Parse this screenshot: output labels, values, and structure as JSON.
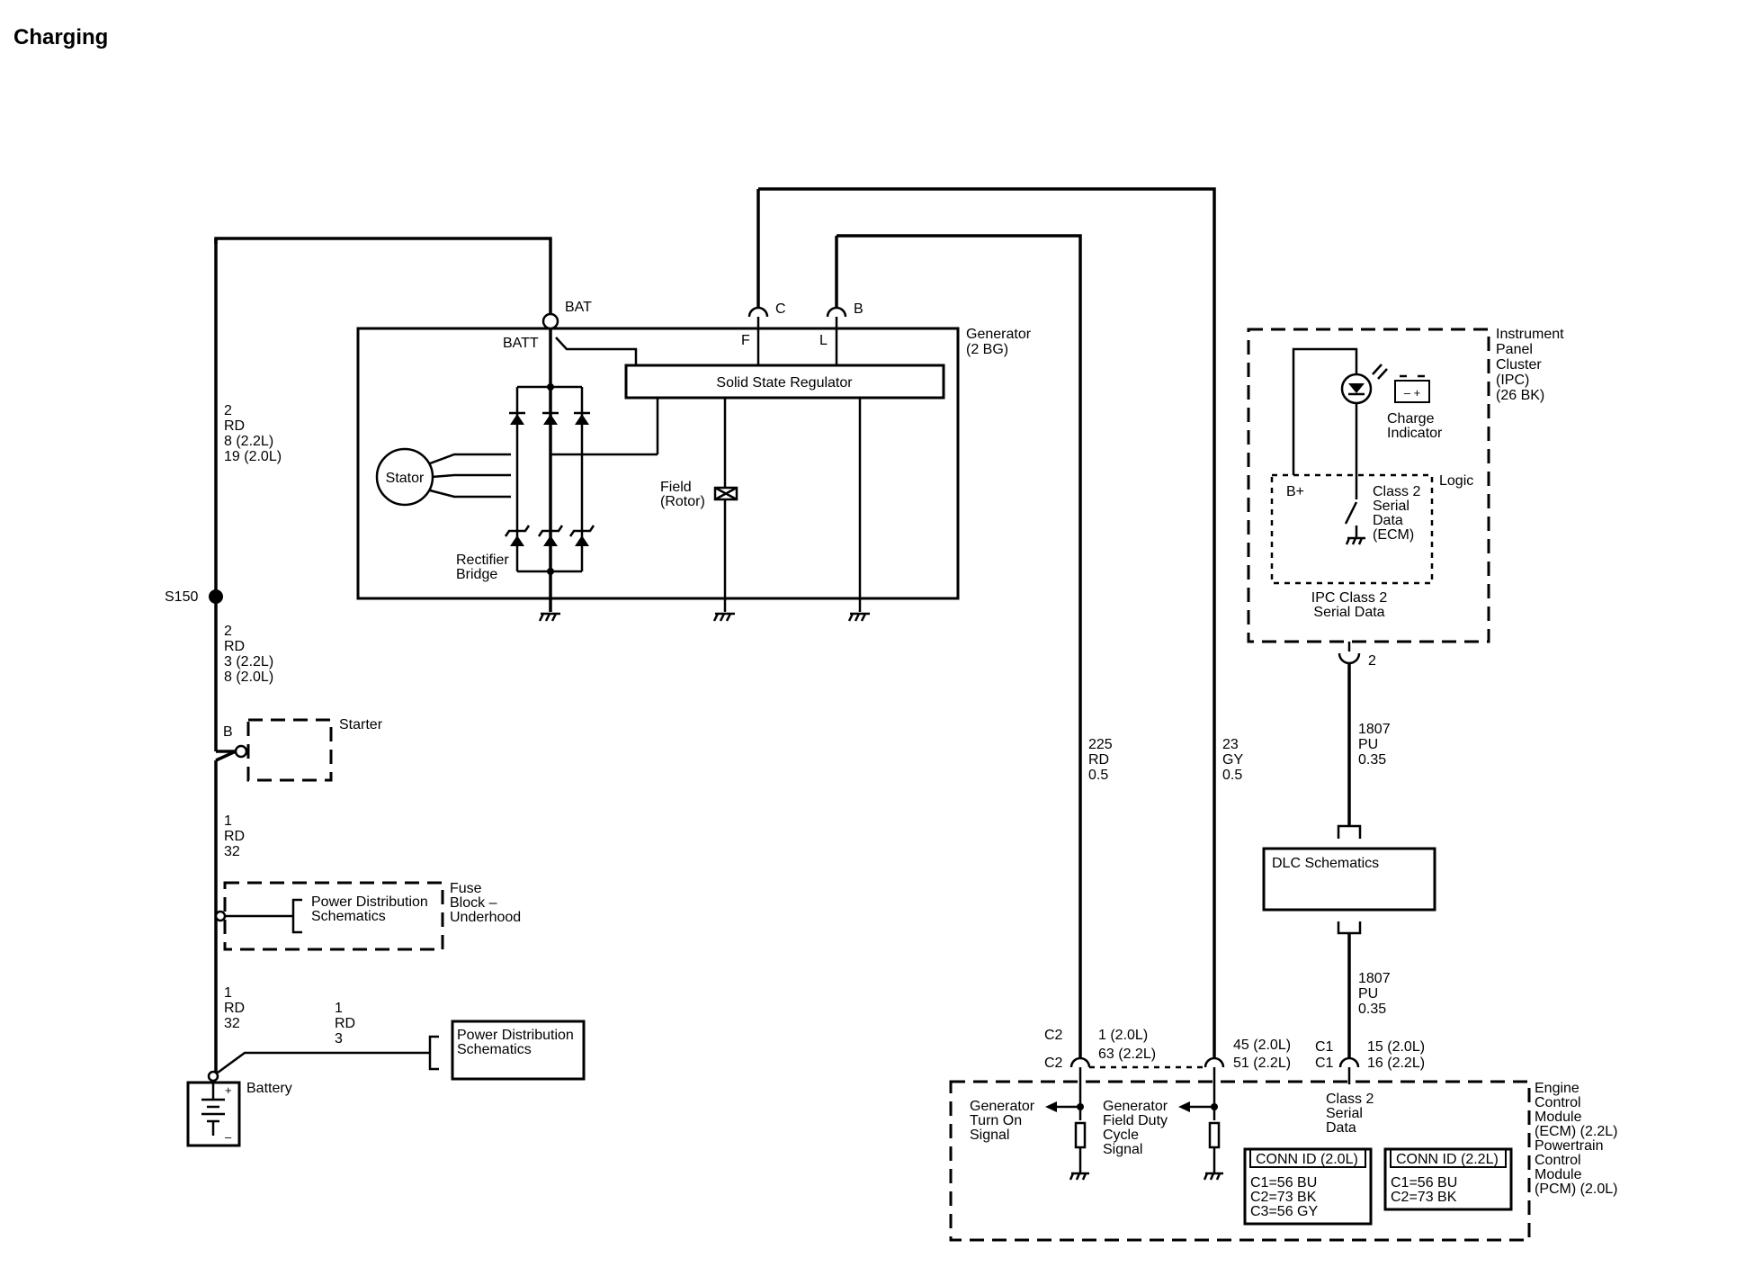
{
  "title": "Charging",
  "splice": "S150",
  "wires": {
    "bat_to_s150": [
      "2",
      "RD",
      "8 (2.2L)",
      "19 (2.0L)"
    ],
    "s150_to_starter": [
      "2",
      "RD",
      "3 (2.2L)",
      "8 (2.0L)"
    ],
    "starter_to_fuse": [
      "1",
      "RD",
      "32"
    ],
    "fuse_to_battery": [
      "1",
      "RD",
      "32"
    ],
    "battery_to_pd": [
      "1",
      "RD",
      "3"
    ],
    "turn_on": [
      "225",
      "RD",
      "0.5"
    ],
    "duty_cycle": [
      "23",
      "GY",
      "0.5"
    ],
    "ipc_to_dlc": [
      "1807",
      "PU",
      "0.35"
    ],
    "dlc_to_ecm": [
      "1807",
      "PU",
      "0.35"
    ]
  },
  "generator": {
    "label": [
      "Generator",
      "(2 BG)"
    ],
    "bat_terminal": "BAT",
    "batt_label": "BATT",
    "terminal_c": "C",
    "terminal_b": "B",
    "terminal_f": "F",
    "terminal_l": "L",
    "regulator": "Solid State Regulator",
    "stator": "Stator",
    "rectifier": [
      "Rectifier",
      "Bridge"
    ],
    "field": [
      "Field",
      "(Rotor)"
    ]
  },
  "starter": {
    "label": "Starter",
    "terminal": "B"
  },
  "fuse_block": {
    "label": [
      "Fuse",
      "Block –",
      "Underhood"
    ],
    "inner": [
      "Power Distribution",
      "Schematics"
    ]
  },
  "battery": {
    "label": "Battery",
    "plus": "+",
    "minus": "–"
  },
  "pd_schematics": [
    "Power Distribution",
    "Schematics"
  ],
  "ipc": {
    "label": [
      "Instrument",
      "Panel",
      "Cluster",
      "(IPC)",
      "(26 BK)"
    ],
    "charge_indicator": [
      "Charge",
      "Indicator"
    ],
    "battery_symbol": "– +",
    "logic": "Logic",
    "bplus": "B+",
    "class2": [
      "Class 2",
      "Serial",
      "Data",
      "(ECM)"
    ],
    "serial_label": [
      "IPC Class 2",
      "Serial Data"
    ],
    "pin": "2"
  },
  "dlc": "DLC Schematics",
  "ecm": {
    "label": [
      "Engine",
      "Control",
      "Module",
      "(ECM) (2.2L)",
      "Powertrain",
      "Control",
      "Module",
      "(PCM) (2.0L)"
    ],
    "c2_top": "C2",
    "c2_bottom": "C2",
    "pin_c2": [
      "1 (2.0L)",
      "63 (2.2L)"
    ],
    "pin_duty": [
      "45 (2.0L)",
      "51 (2.2L)"
    ],
    "c1_top": "C1",
    "c1_bottom": "C1",
    "pin_c1": [
      "15 (2.0L)",
      "16 (2.2L)"
    ],
    "turn_on_signal": [
      "Generator",
      "Turn On",
      "Signal"
    ],
    "duty_signal": [
      "Generator",
      "Field Duty",
      "Cycle",
      "Signal"
    ],
    "class2_data": [
      "Class 2",
      "Serial",
      "Data"
    ],
    "conn_20": {
      "title": "CONN ID (2.0L)",
      "rows": [
        "C1=56 BU",
        "C2=73 BK",
        "C3=56 GY"
      ]
    },
    "conn_22": {
      "title": "CONN ID (2.2L)",
      "rows": [
        "C1=56 BU",
        "C2=73 BK"
      ]
    }
  }
}
